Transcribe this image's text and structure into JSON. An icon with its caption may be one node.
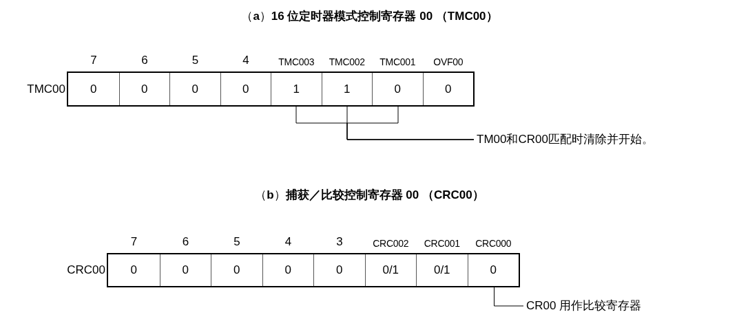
{
  "diagram": {
    "nodes": [
      {
        "text": [
          "TMC00"
        ]
      },
      {
        "text": [
          "0"
        ],
        "beside": [
          "7"
        ],
        "in": 0
      },
      {
        "text": [
          "0"
        ],
        "beside": [
          "6"
        ],
        "in": 0
      },
      {
        "text": [
          "0"
        ],
        "beside": [
          "5"
        ],
        "in": 0
      },
      {
        "text": [
          "0"
        ],
        "beside": [
          "4"
        ],
        "in": 0
      },
      {
        "text": [
          "1"
        ],
        "beside": [
          "TMC003"
        ],
        "in": 0
      },
      {
        "text": [
          "1"
        ],
        "beside": [
          "TMC002"
        ],
        "in": 0
      },
      {
        "text": [
          "0"
        ],
        "beside": [
          "TMC001"
        ],
        "in": 0
      },
      {
        "text": [
          "0"
        ],
        "beside": [
          "OVF00"
        ],
        "in": 0
      },
      {
        "text": [
          "TM00和CR00匹配时清除并开始。"
        ]
      },
      {
        "text": [
          "CRC00"
        ]
      },
      {
        "text": [
          "0"
        ],
        "beside": [
          "7"
        ],
        "in": 10
      },
      {
        "text": [
          "0"
        ],
        "beside": [
          "6"
        ],
        "in": 10
      },
      {
        "text": [
          "0"
        ],
        "beside": [
          "5"
        ],
        "in": 10
      },
      {
        "text": [
          "0"
        ],
        "beside": [
          "4"
        ],
        "in": 10
      },
      {
        "text": [
          "0"
        ],
        "beside": [
          "3"
        ],
        "in": 10
      },
      {
        "text": [
          "0/1"
        ],
        "beside": [
          "CRC002"
        ],
        "in": 10
      },
      {
        "text": [
          "0/1"
        ],
        "beside": [
          "CRC001"
        ],
        "in": 10
      },
      {
        "text": [
          "0"
        ],
        "beside": [
          "CRC000"
        ],
        "in": 10
      },
      {
        "text": [
          "CR00 用作比较寄存器"
        ]
      }
    ],
    "edges": [
      {
        "from": 5,
        "to": 9,
        "arrow": "none"
      },
      {
        "from": 6,
        "to": 9,
        "arrow": "none"
      },
      {
        "from": 7,
        "to": 9,
        "arrow": "none"
      },
      {
        "from": 18,
        "to": 19,
        "arrow": "none"
      }
    ],
    "labels": [
      "（**a**）**16 位定时器模式控制寄存器 00 （TMC00）**",
      "（**b**）**捕获／比较控制寄存器 00 （CRC00）**"
    ]
  }
}
